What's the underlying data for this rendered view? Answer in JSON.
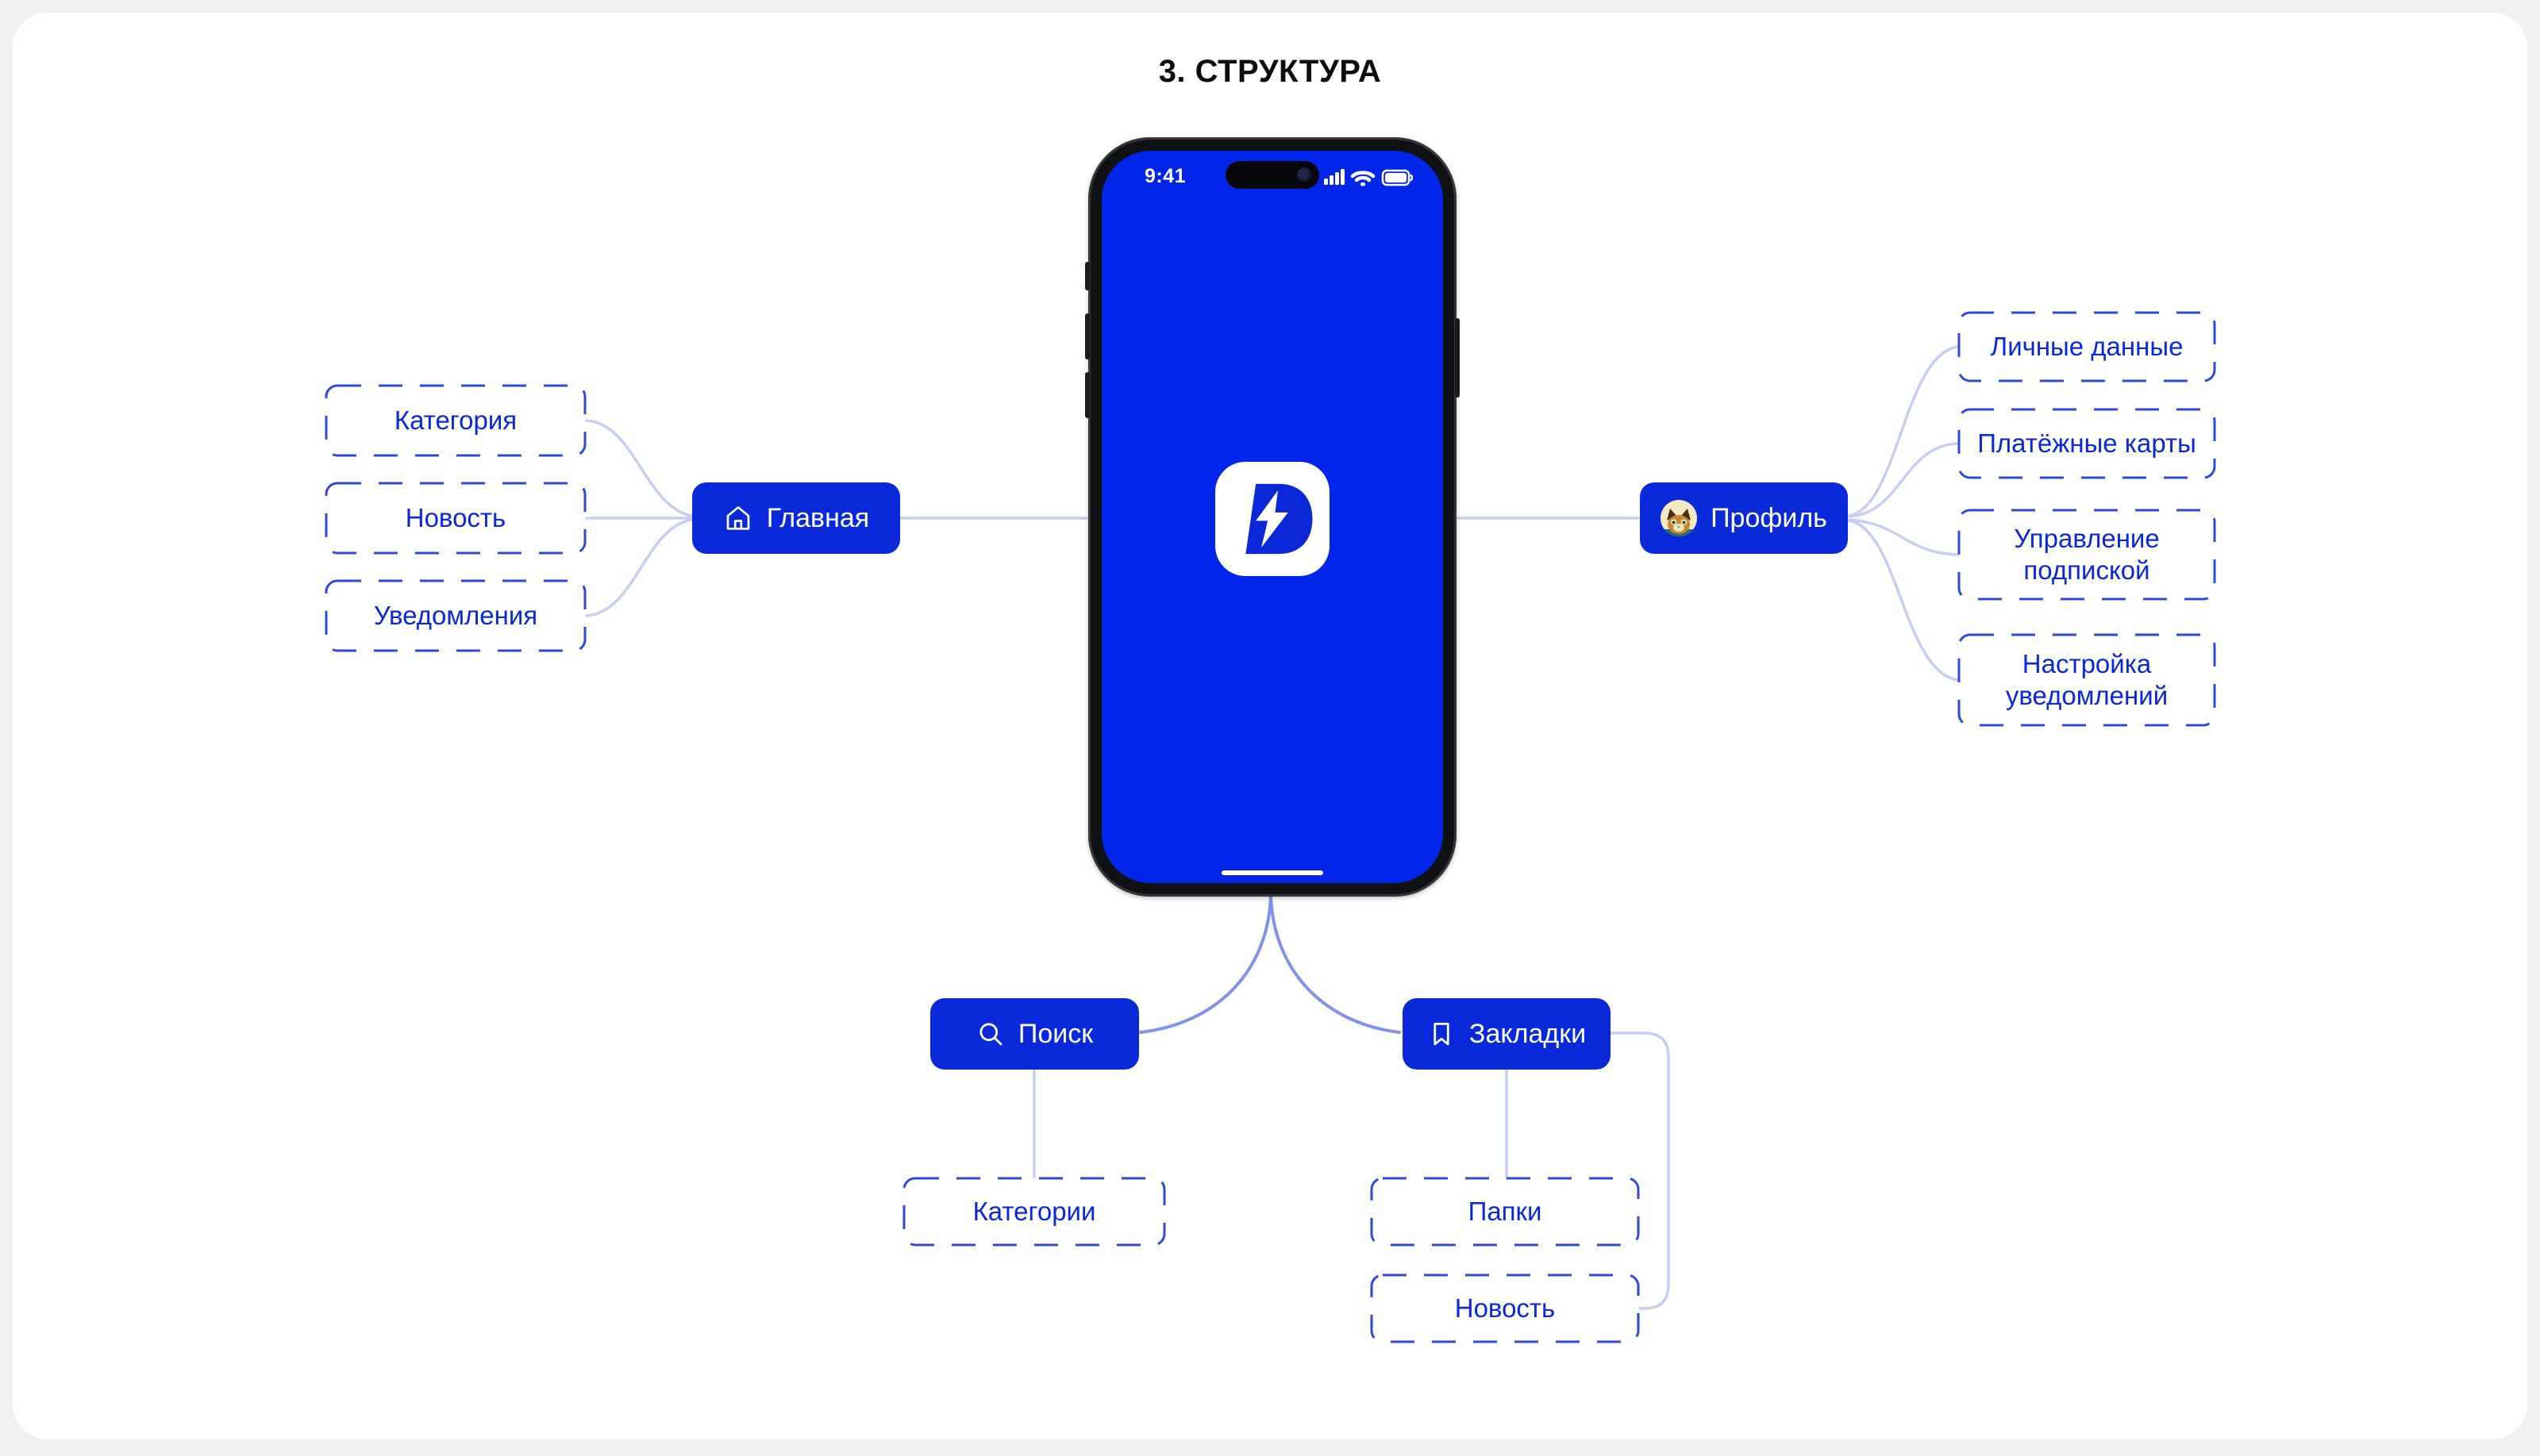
{
  "page": {
    "title": "3. СТРУКТУРА"
  },
  "phone": {
    "status_time": "9:41",
    "status_icons": [
      "signal-icon",
      "wifi-icon",
      "battery-icon"
    ],
    "logo": "d-lightning-logo"
  },
  "nodes": {
    "home": {
      "label": "Главная",
      "icon": "home-icon"
    },
    "profile": {
      "label": "Профиль",
      "icon": "cat-avatar-icon"
    },
    "search": {
      "label": "Поиск",
      "icon": "search-icon"
    },
    "bookmarks": {
      "label": "Закладки",
      "icon": "bookmark-icon"
    }
  },
  "children": {
    "home": [
      {
        "label": "Категория"
      },
      {
        "label": "Новость"
      },
      {
        "label": "Уведомления"
      }
    ],
    "profile": [
      {
        "label": "Личные данные"
      },
      {
        "label": "Платёжные карты"
      },
      {
        "label": "Управление подпиской"
      },
      {
        "label": "Настройка уведомлений"
      }
    ],
    "search": [
      {
        "label": "Категории"
      }
    ],
    "bookmarks": [
      {
        "label": "Папки"
      },
      {
        "label": "Новость"
      }
    ]
  },
  "colors": {
    "background": "#f0f0f1",
    "card": "#ffffff",
    "button_blue": "#0a2ad9",
    "screen_blue": "#0226e9",
    "dash_border": "#2e49d8",
    "label_blue": "#0a28d8",
    "connector_light": "#c7cdf3",
    "connector_strong": "#8093e8",
    "title_text": "#0d0d0d"
  }
}
